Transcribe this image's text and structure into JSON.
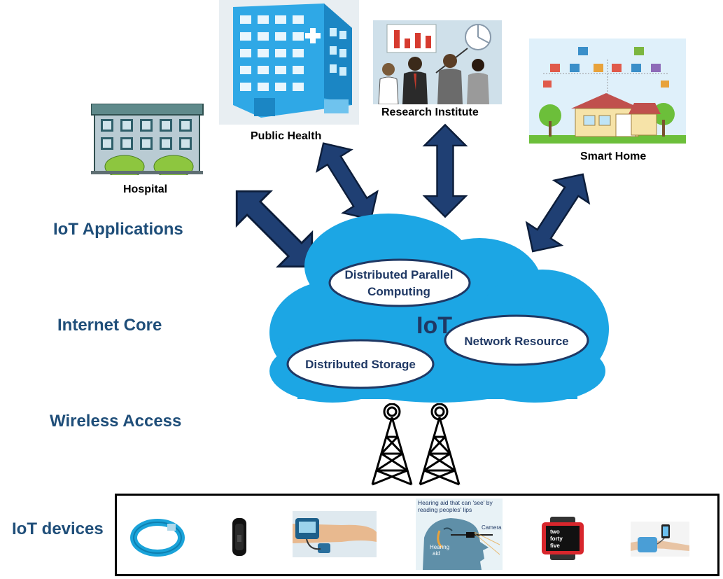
{
  "layers": {
    "applications": "IoT Applications",
    "core": "Internet Core",
    "wireless": "Wireless Access",
    "devices": "IoT devices"
  },
  "nodes": {
    "hospital": "Hospital",
    "public_health": "Public Health",
    "research": "Research Institute",
    "smart_home": "Smart Home"
  },
  "cloud": {
    "title": "IoT",
    "parallel_line1": "Distributed Parallel",
    "parallel_line2": "Computing",
    "network": "Network Resource",
    "storage": "Distributed Storage"
  },
  "device_captions": {
    "hearing_title_1": "Hearing aid that can 'see' by",
    "hearing_title_2": "reading peoples' lips",
    "hearing_aid_1": "Hearing",
    "hearing_aid_2": "aid",
    "camera": "Camera",
    "watch_1": "two",
    "watch_2": "forty",
    "watch_3": "five"
  },
  "colors": {
    "label_blue": "#1f4e79",
    "arrow_fill": "#1f3f73",
    "cloud": "#1ca6e4",
    "ellipse_text": "#1f3864"
  }
}
